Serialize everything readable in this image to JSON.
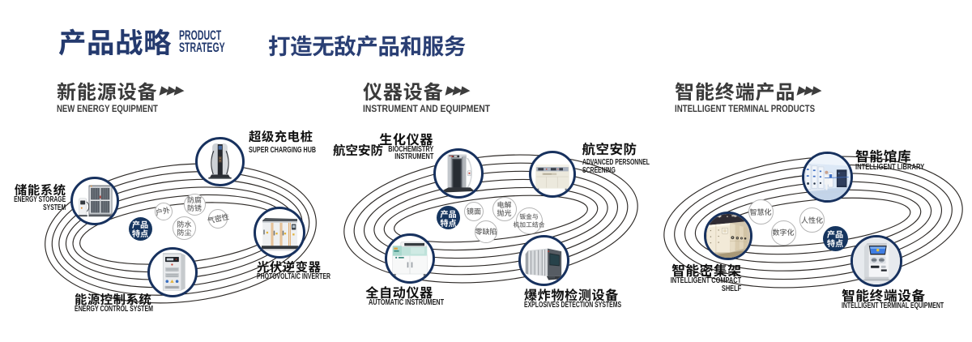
{
  "header": {
    "title_cn": "产品战略",
    "title_en": "PRODUCT\nSTRATEGY",
    "slogan": "打造无敌产品和服务"
  },
  "sections": [
    {
      "title": "新能源设备",
      "subtitle": "NEW ENERGY EQUIPMENT",
      "arrows": "▶▶▶",
      "hub": "产品\n特点",
      "features": [
        {
          "label": "户外"
        },
        {
          "label": "防腐\n防锈"
        },
        {
          "label": "防水\n防尘"
        },
        {
          "label": "气密性"
        }
      ],
      "nodes": [
        {
          "name_cn": "储能系统",
          "name_en": "ENERGY STORAGE\nSYSTEM"
        },
        {
          "name_cn": "超级充电桩",
          "name_en": "SUPER CHARGING HUB"
        },
        {
          "name_cn": "光伏逆变器",
          "name_en": "PHOTOVOLTAIC INVERTER"
        },
        {
          "name_cn": "能源控制系统",
          "name_en": "ENERGY CONTROL SYSTEM"
        }
      ]
    },
    {
      "title": "仪器设备",
      "subtitle": "INSTRUMENT AND EQUIPMENT",
      "arrows": "▶▶▶",
      "hub": "产品\n特点",
      "side_label": "航空安防",
      "features": [
        {
          "label": "镜面"
        },
        {
          "label": "电解\n抛光"
        },
        {
          "label": "零缺陷"
        },
        {
          "label": "钣金与\n机加工结合"
        }
      ],
      "nodes": [
        {
          "name_cn": "生化仪器",
          "name_en": "BIOCHEMISTRY\nINSTRUMENT"
        },
        {
          "name_cn": "航空安防",
          "name_en": "ADVANCED PERSONNEL\nSCREENING"
        },
        {
          "name_cn": "全自动仪器",
          "name_en": "AUTOMATIC INSTRUMENT"
        },
        {
          "name_cn": "爆炸物检测设备",
          "name_en": "EXPLOSIVES DETECTION SYSTEMS"
        }
      ]
    },
    {
      "title": "智能终端产品",
      "subtitle": "INTELLIGENT TERMINAL PRODUCTS",
      "arrows": "▶▶▶",
      "hub": "产品\n特点",
      "features": [
        {
          "label": "智慧化"
        },
        {
          "label": "数字化"
        },
        {
          "label": "人性化"
        }
      ],
      "nodes": [
        {
          "name_cn": "智能馆库",
          "name_en": "INTELLIGENT LIBRARY"
        },
        {
          "name_cn": "智能密集架",
          "name_en": "INTELLIGENT COMPACT\nSHELF"
        },
        {
          "name_cn": "智能终端设备",
          "name_en": "INTELLIGENT TERMINAL EQUIPMENT"
        }
      ]
    }
  ],
  "colors": {
    "title_navy": "#243a6e",
    "slogan_blue": "#2a3f74",
    "heading_gray": "#3b3b3b",
    "node_border_navy": "#17315e",
    "hub_navy": "#16355f",
    "ring": "#2e2a27"
  }
}
